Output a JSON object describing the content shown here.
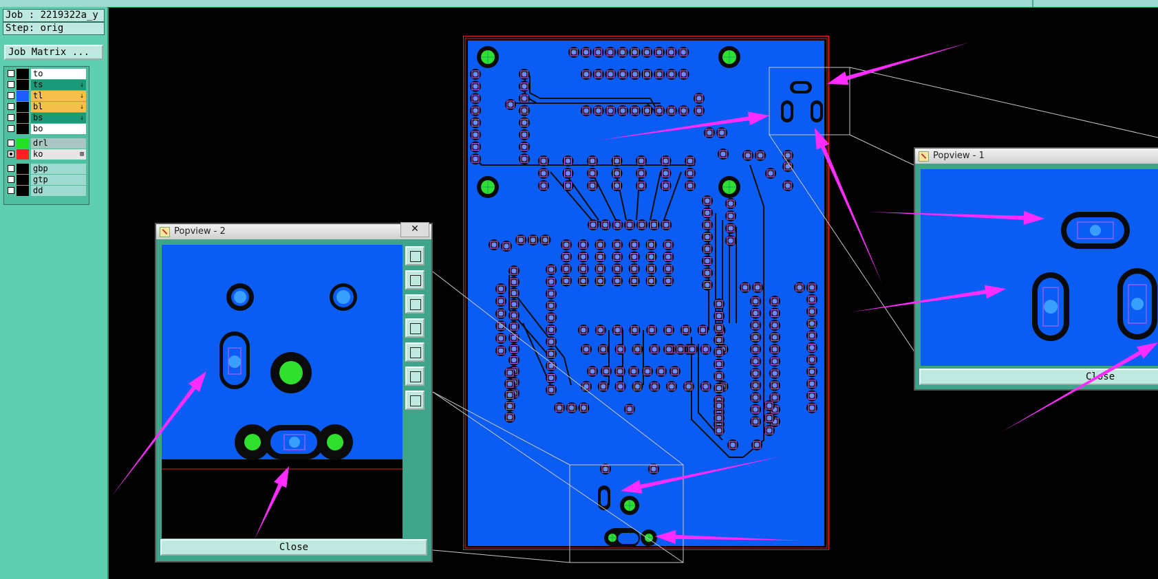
{
  "app": {
    "job_label": "Job : 2219322a_y",
    "step_label": "Step: orig",
    "job_matrix_button": "Job Matrix ..."
  },
  "layers": {
    "group1": [
      {
        "name": "to",
        "color": "#ffffff",
        "swatch": "#000000",
        "mark": ""
      },
      {
        "name": "ts",
        "color": "#1a9a78",
        "swatch": "#000000",
        "mark": "⇣"
      },
      {
        "name": "tl",
        "color": "#f5c04a",
        "swatch": "#1f5cff",
        "mark": "⇣"
      },
      {
        "name": "bl",
        "color": "#f5c04a",
        "swatch": "#000000",
        "mark": "⇣"
      },
      {
        "name": "bs",
        "color": "#1a9a78",
        "swatch": "#000000",
        "mark": "⇣"
      },
      {
        "name": "bo",
        "color": "#ffffff",
        "swatch": "#000000",
        "mark": ""
      }
    ],
    "group2": [
      {
        "name": "drl",
        "color": "#a9c6c2",
        "swatch": "#22e022",
        "mark": ""
      },
      {
        "name": "ko",
        "color": "#e6e6e6",
        "swatch": "#ff2020",
        "mark": "⊞"
      }
    ],
    "group3": [
      {
        "name": "gbp",
        "color": "#9fdad0",
        "swatch": "#000000",
        "mark": ""
      },
      {
        "name": "gtp",
        "color": "#9fdad0",
        "swatch": "#000000",
        "mark": ""
      },
      {
        "name": "dd",
        "color": "#9fdad0",
        "swatch": "#000000",
        "mark": ""
      }
    ]
  },
  "popview1": {
    "title": "Popview - 1",
    "close_label": "Close"
  },
  "popview2": {
    "title": "Popview - 2",
    "close_x": "✕",
    "close_label": "Close",
    "tools": [
      "zoom-fit-icon",
      "pan-up-icon",
      "pan-down-icon",
      "pan-left-icon",
      "pan-right-icon",
      "zoom-in-icon",
      "zoom-out-icon"
    ]
  },
  "colors": {
    "board": "#0b5cf2",
    "pad_ring": "#0b0b0b",
    "pad_center": "#3aa0ff",
    "drill": "#2fe02f",
    "outline": "#e02020",
    "arrow": "#ff2cff",
    "panel": "#5fcfb0"
  }
}
